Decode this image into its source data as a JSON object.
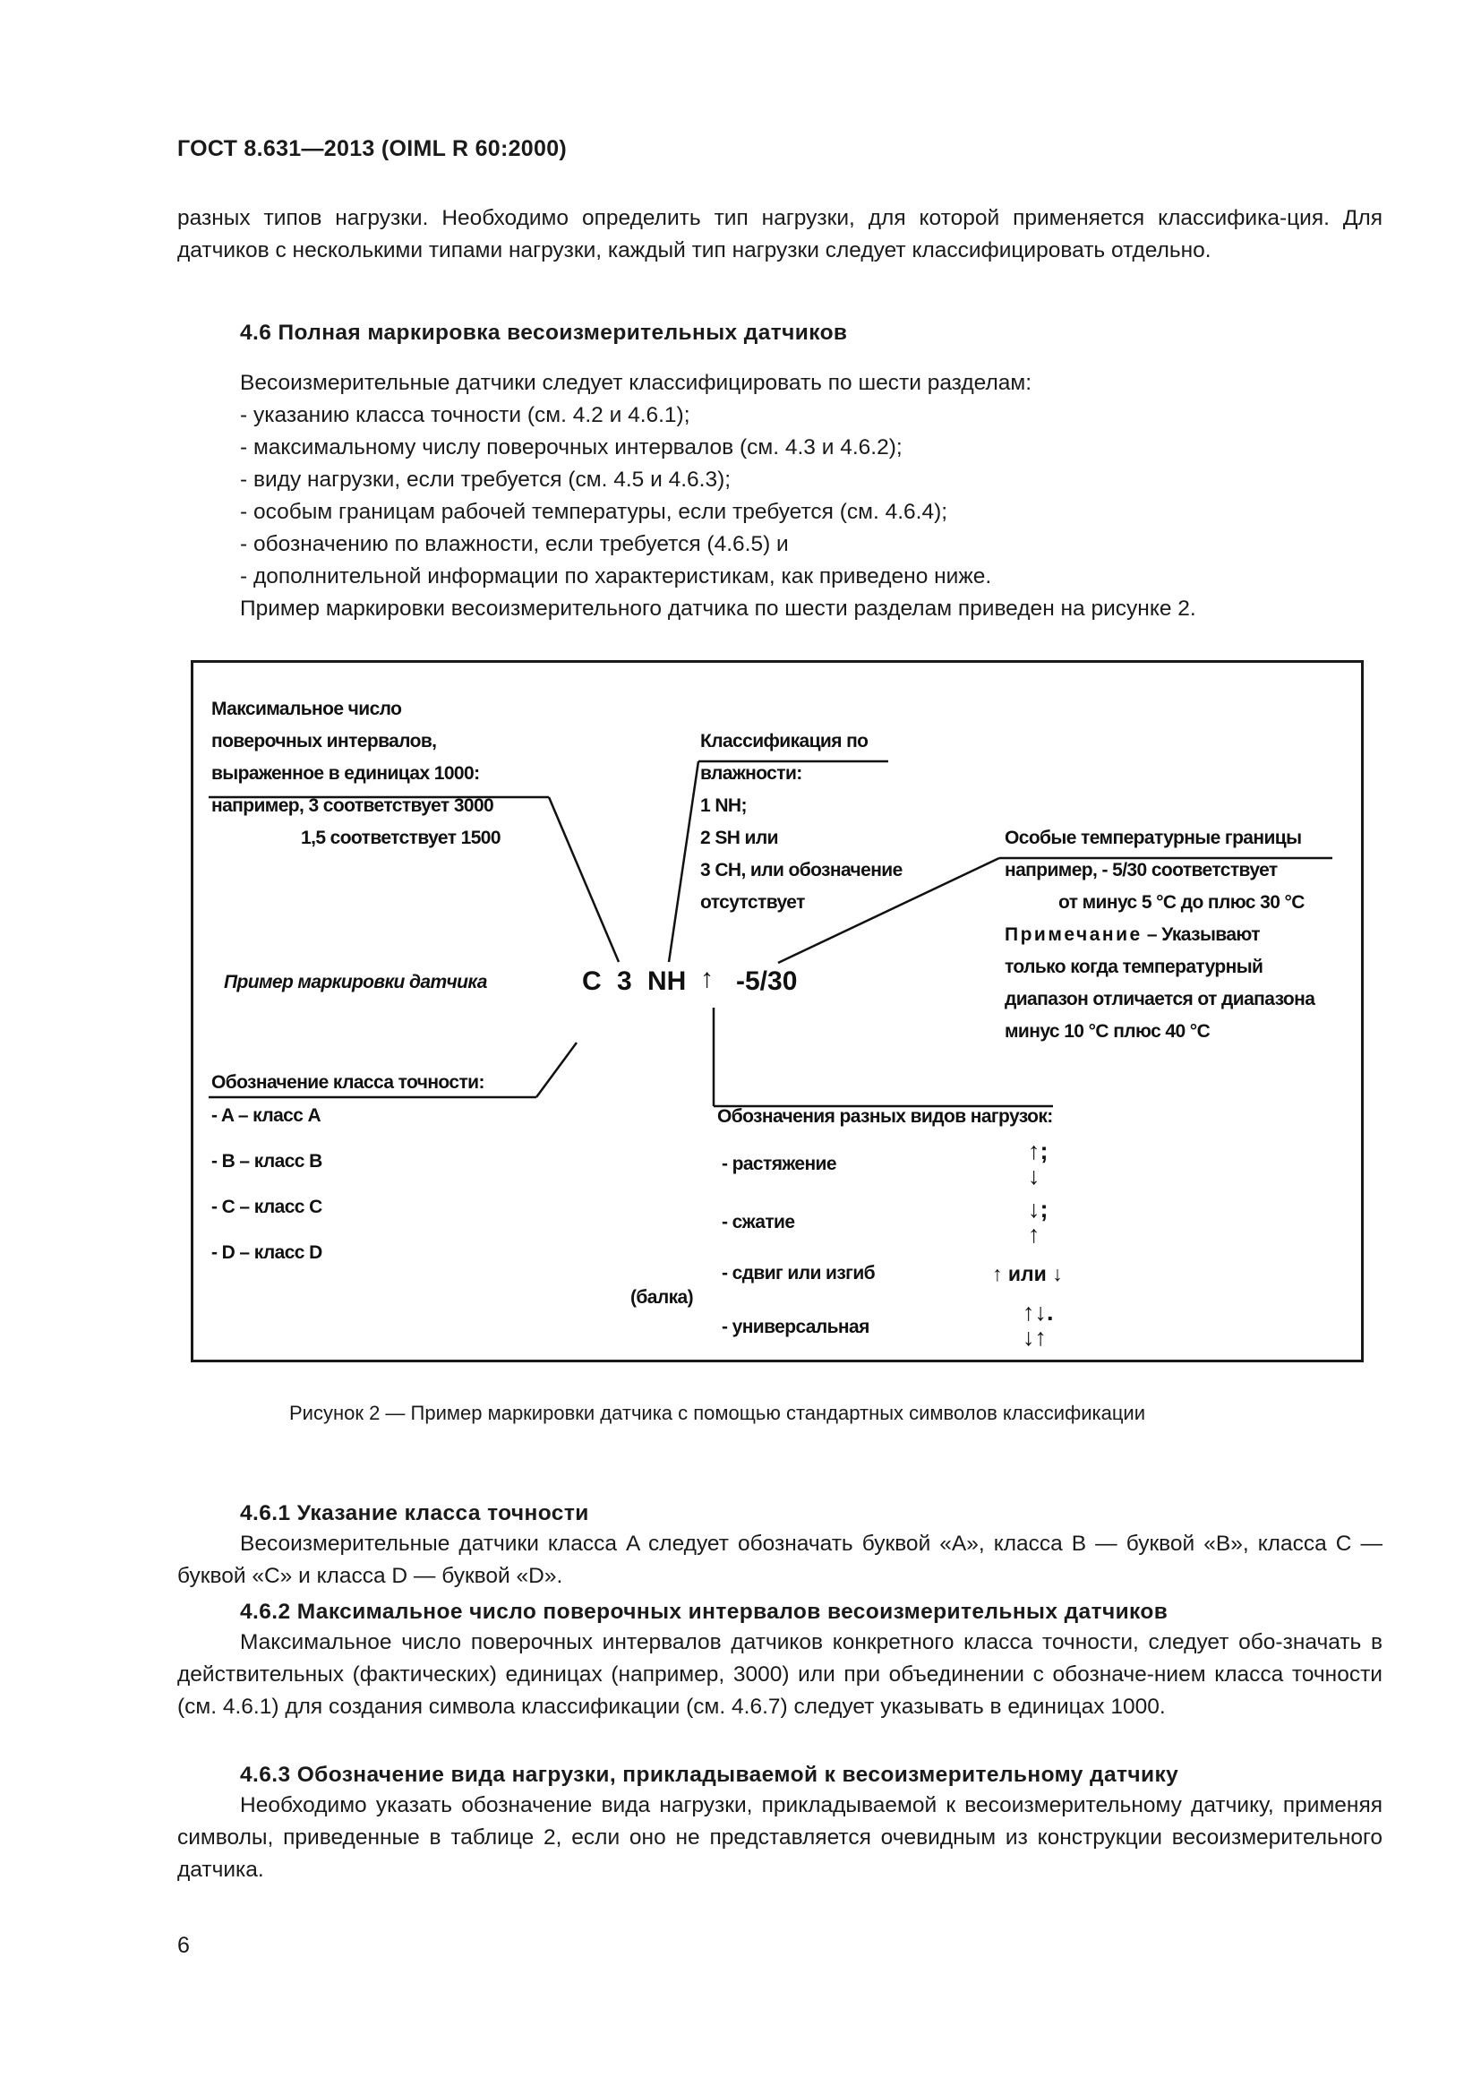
{
  "header": "ГОСТ 8.631—2013 (OIML R 60:2000)",
  "intro_paragraph": "разных типов нагрузки. Необходимо определить тип нагрузки, для которой применяется классифика-ция. Для датчиков с несколькими типами нагрузки, каждый тип нагрузки следует классифицировать отдельно.",
  "section_4_6": {
    "heading": "4.6  Полная маркировка весоизмерительных датчиков",
    "lines": [
      "Весоизмерительные датчики следует классифицировать по шести разделам:",
      "- указанию класса точности (см. 4.2 и 4.6.1);",
      "- максимальному числу поверочных интервалов (см. 4.3 и 4.6.2);",
      "- виду нагрузки, если требуется (см. 4.5 и 4.6.3);",
      "- особым границам рабочей температуры, если требуется (см. 4.6.4);",
      "- обозначению по влажности, если требуется (4.6.5) и",
      "- дополнительной информации по характеристикам, как приведено ниже.",
      "Пример маркировки весоизмерительного датчика по шести разделам приведен на рисунке 2."
    ]
  },
  "figure": {
    "max_intervals": [
      "Максимальное число",
      "поверочных интервалов,",
      "выраженное в единицах 1000:",
      "например, 3 соответствует 3000",
      "1,5 соответствует 1500"
    ],
    "humidity": [
      "Классификация по",
      "влажности:",
      "1 NH;",
      "2 SH или",
      "3 CH, или обозначение",
      "отсутствует"
    ],
    "temperature": [
      "Особые температурные границы",
      "например, - 5/30 соответствует",
      "от минус 5 °С до плюс 30 °С"
    ],
    "note_label": "Примечание",
    "note_rest": " – Указывают",
    "note_lines": [
      "только когда температурный",
      "диапазон отличается от диапазона",
      "минус 10 °С плюс 40 °С"
    ],
    "example_label": "Пример маркировки датчика",
    "marking": {
      "c": "C",
      "n3": "3",
      "nh": "NH",
      "arrow": "↑",
      "temp": "-5/30"
    },
    "accuracy_title": "Обозначение класса точности:",
    "accuracy_items": [
      "- A – класс A",
      "- B – класс B",
      "- C – класс C",
      "- D – класс D"
    ],
    "load_title": "Обозначения разных видов нагрузок:",
    "load_items": [
      "- растяжение",
      "- сжатие",
      "- сдвиг или изгиб",
      "- универсальная"
    ],
    "beam_label": "(балка)",
    "load_symbols": {
      "tension_top": "↑;",
      "tension_bottom": "↓",
      "compression_top": "↓;",
      "compression_bottom": "↑",
      "shear": "↑ или ↓",
      "universal_top": "↑↓.",
      "universal_bottom": "↓↑"
    }
  },
  "caption": "Рисунок 2 — Пример маркировки датчика с помощью стандартных символов классификации",
  "section_4_6_1": {
    "heading": "4.6.1  Указание класса точности",
    "text": "Весоизмерительные датчики класса A следует обозначать буквой «A», класса B — буквой «B», класса C — буквой «C» и класса D — буквой «D»."
  },
  "section_4_6_2": {
    "heading": "4.6.2  Максимальное число поверочных интервалов весоизмерительных датчиков",
    "text": "Максимальное число поверочных интервалов датчиков конкретного класса точности, следует обо-значать в действительных (фактических) единицах (например, 3000) или при объединении с обозначе-нием класса точности (см. 4.6.1) для создания символа классификации (см. 4.6.7) следует указывать в единицах 1000."
  },
  "section_4_6_3": {
    "heading": "4.6.3  Обозначение вида нагрузки, прикладываемой к весоизмерительному датчику",
    "text": "Необходимо указать обозначение вида нагрузки, прикладываемой к весоизмерительному датчику, применяя символы, приведенные в таблице 2, если оно не представляется очевидным из конструкции весоизмерительного датчика."
  },
  "page_number": "6"
}
